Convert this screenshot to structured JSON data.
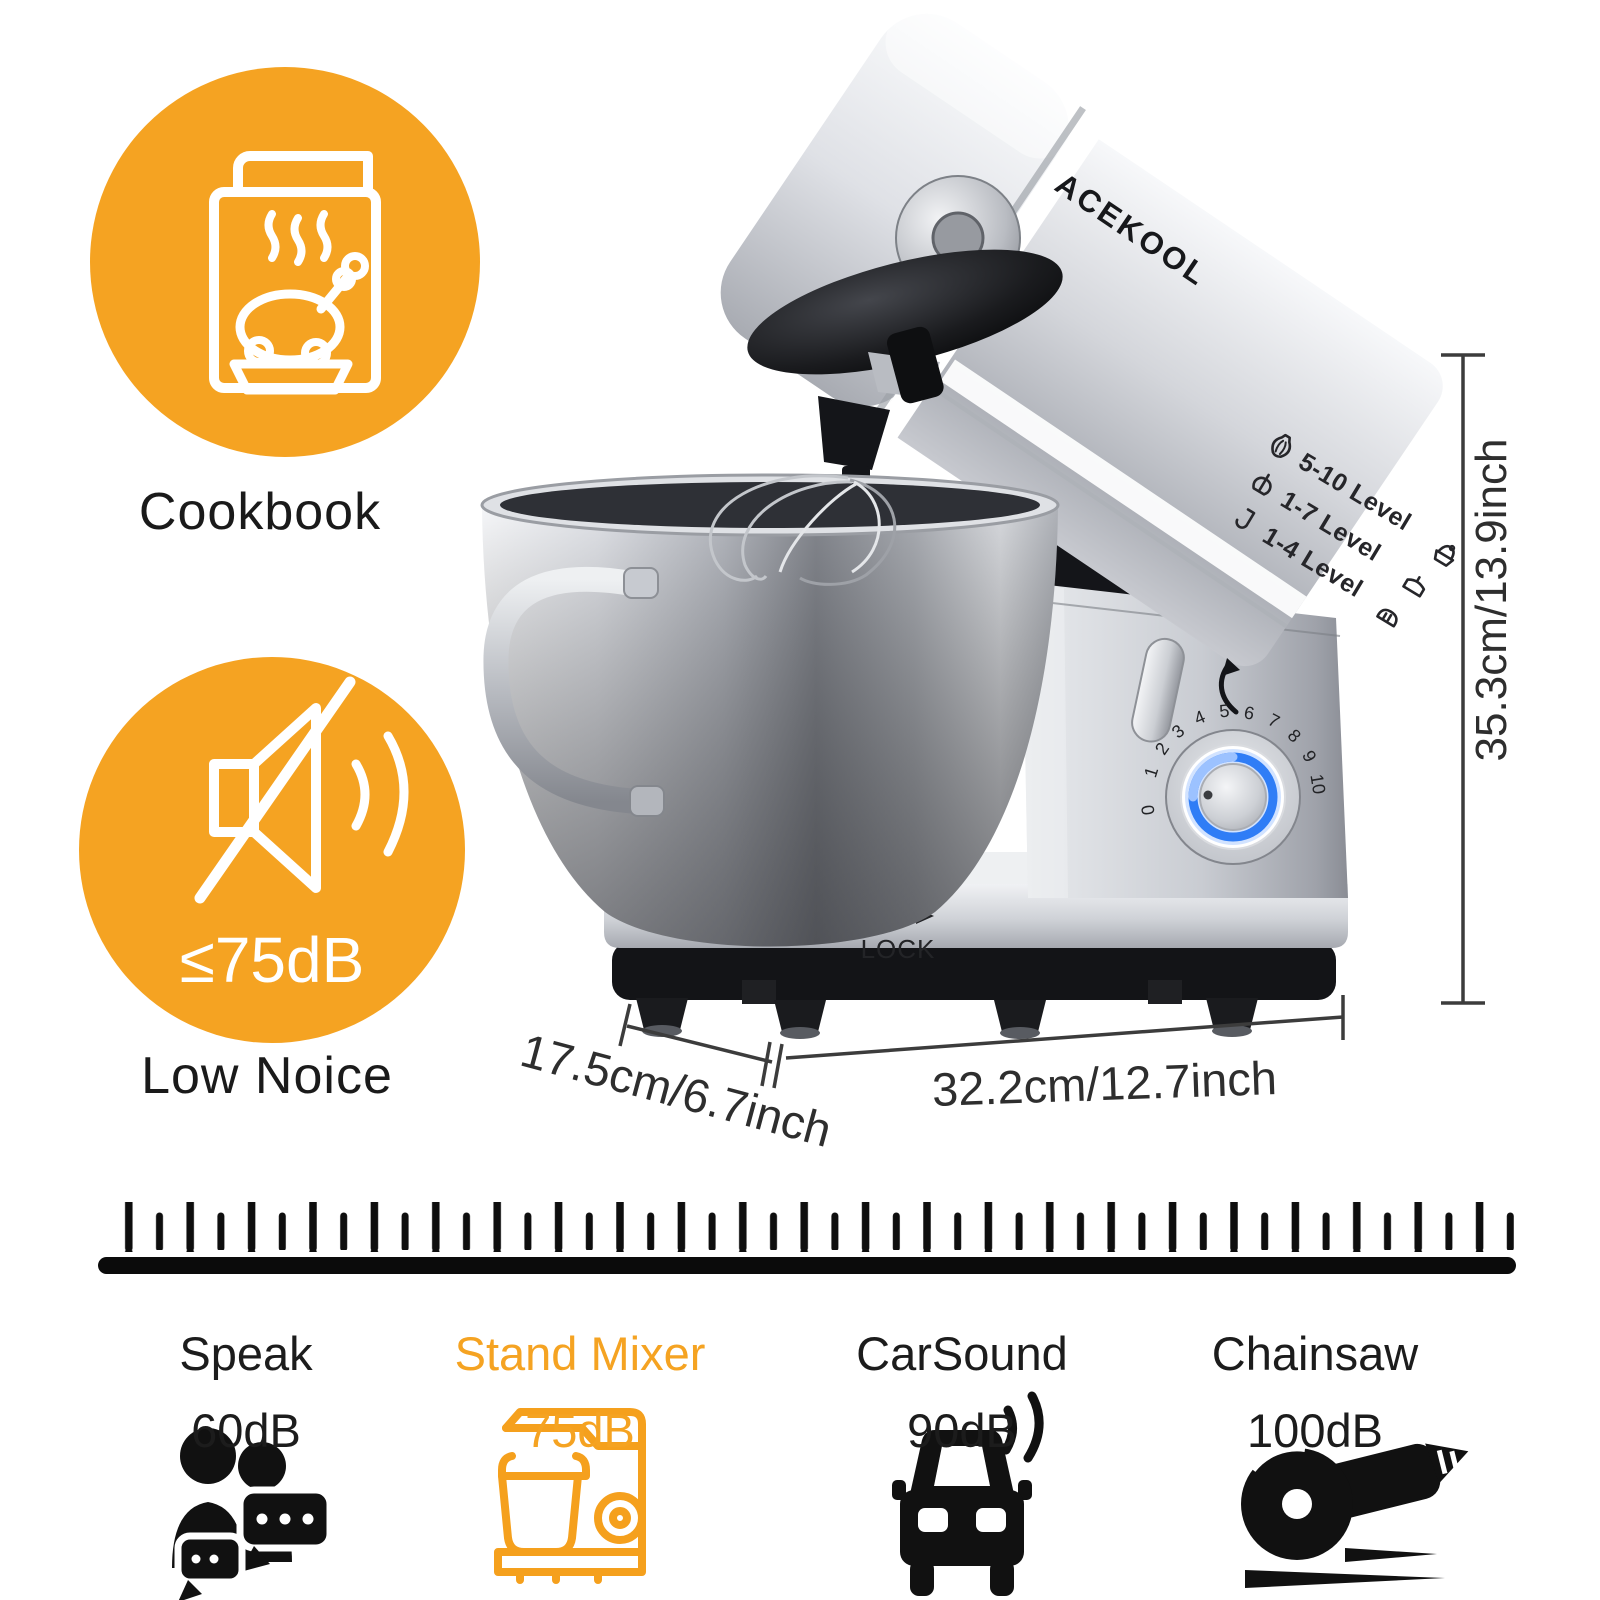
{
  "colors": {
    "accent": "#F5A322",
    "led_blue": "#2f7df6",
    "ink": "#1d1d1f"
  },
  "feature_badges": [
    {
      "label": "Cookbook",
      "icon": "cookbook-icon"
    },
    {
      "label": "Low Noice",
      "badge": "≤75dB",
      "icon": "muted-speaker-icon"
    }
  ],
  "mixer": {
    "brand": "ACEKOOL",
    "lock_label": "LOCK",
    "speed_dial": {
      "numbers": [
        "0",
        "1",
        "2",
        "3",
        "4",
        "5",
        "6",
        "7",
        "8",
        "9",
        "10"
      ]
    },
    "attachment_levels": [
      {
        "attachment": "whisk-icon",
        "label": "5-10 Level",
        "food": "cream-icon"
      },
      {
        "attachment": "beater-icon",
        "label": "1-7 Level",
        "food": "cake-icon"
      },
      {
        "attachment": "dough-hook-icon",
        "label": "1-4 Level",
        "food": "bread-icon"
      }
    ]
  },
  "dimensions": {
    "height": "35.3cm/13.9inch",
    "depth": "17.5cm/6.7inch",
    "width": "32.2cm/12.7inch"
  },
  "noise_comparison": {
    "items": [
      {
        "name": "Speak",
        "level": "60dB",
        "icon": "people-talking-icon",
        "highlight": false
      },
      {
        "name": "Stand Mixer",
        "level": "75dB",
        "icon": "stand-mixer-icon",
        "highlight": true
      },
      {
        "name": "CarSound",
        "level": "90dB",
        "icon": "car-sound-icon",
        "highlight": false
      },
      {
        "name": "Chainsaw",
        "level": "100dB",
        "icon": "chainsaw-icon",
        "highlight": false
      }
    ]
  }
}
